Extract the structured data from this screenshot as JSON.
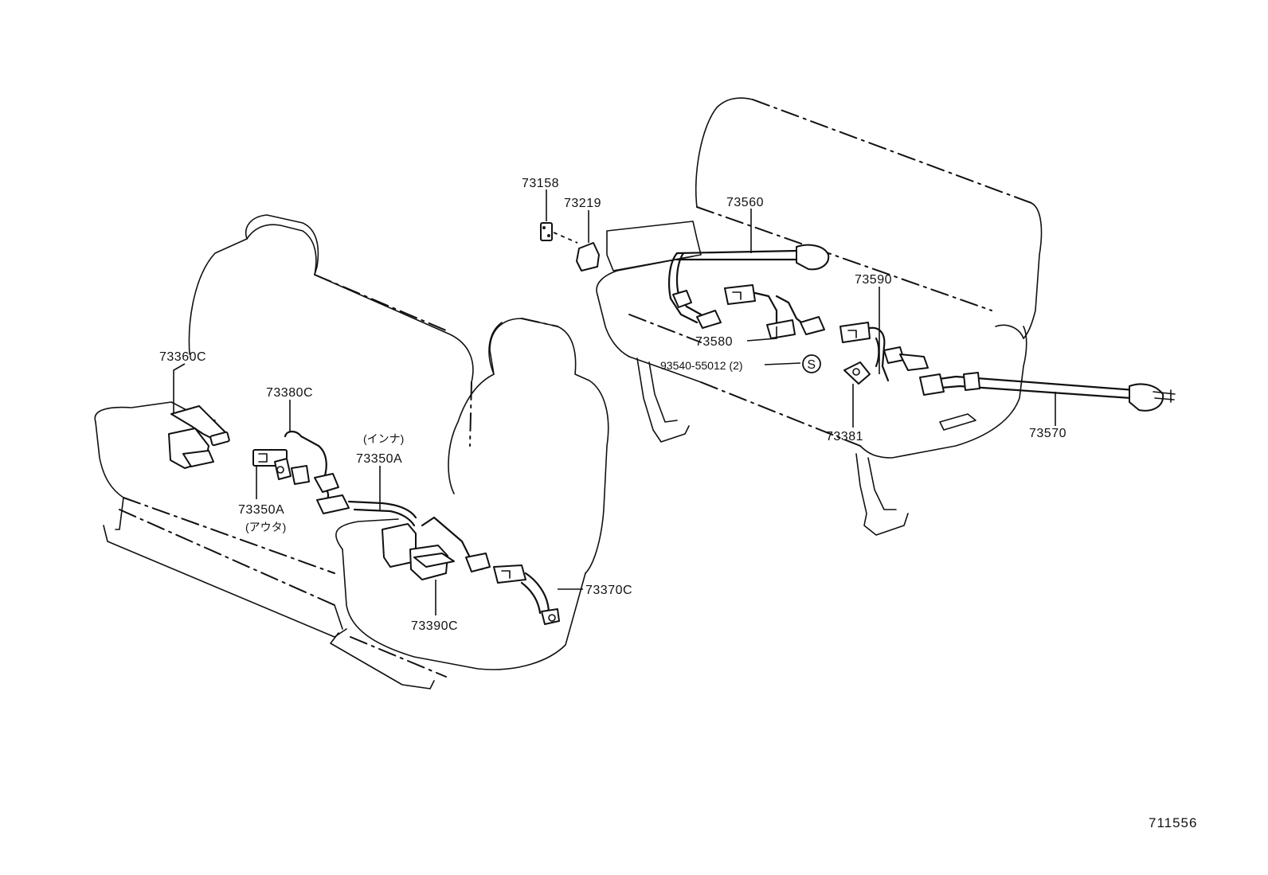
{
  "diagram_code": "711556",
  "labels": {
    "p73158": "73158",
    "p73219": "73219",
    "p73560": "73560",
    "p73590": "73590",
    "p73580": "73580",
    "p93540": "93540-55012 (2)",
    "s_symbol": "S",
    "p73381": "73381",
    "p73570": "73570",
    "p73360c": "73360C",
    "p73380c": "73380C",
    "inner_note": "(インナ)",
    "p73350a_inner": "73350A",
    "p73350a_outer": "73350A",
    "outer_note": "(アウタ)",
    "p73370c": "73370C",
    "p73390c": "73390C"
  }
}
